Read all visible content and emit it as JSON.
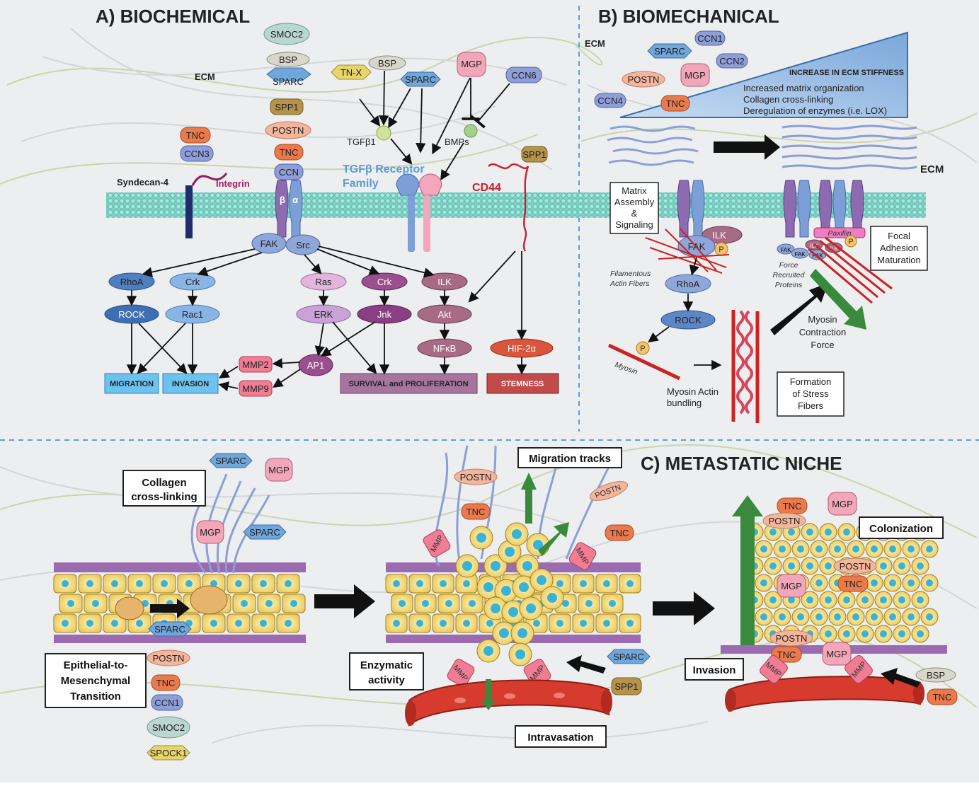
{
  "panels": {
    "a_title": "A) BIOCHEMICAL",
    "b_title": "B) BIOMECHANICAL",
    "c_title": "C) METASTATIC NICHE"
  },
  "panel_a": {
    "ecm_label": "ECM",
    "ecm_proteins": [
      "SMOC2",
      "BSP",
      "SPARC",
      "SPP1",
      "POSTN",
      "TNC",
      "CCN"
    ],
    "left_proteins": [
      "TNC",
      "CCN3"
    ],
    "ligands": [
      "TN-X",
      "BSP",
      "SPARC",
      "MGP",
      "CCN6"
    ],
    "tgfb1": "TGFβ1",
    "bmps": "BMPs",
    "spp1_cd44": "SPP1",
    "syndecan": "Syndecan-4",
    "integrin": "Integrin",
    "integrin_beta": "β",
    "integrin_alpha": "α",
    "tgfb_receptor_line1": "TGFβ Receptor",
    "tgfb_receptor_line2": "Family",
    "cd44": "CD44",
    "fak": "FAK",
    "src": "Src",
    "nodes": {
      "rhoa": "RhoA",
      "crk1": "Crk",
      "ras": "Ras",
      "crk2": "Crk",
      "ilk": "ILK",
      "rock": "ROCK",
      "rac1": "Rac1",
      "erk": "ERK",
      "jnk": "Jnk",
      "akt": "Akt",
      "nfkb": "NFκB",
      "hif": "HIF-2α",
      "ap1": "AP1",
      "mmp2": "MMP2",
      "mmp9": "MMP9"
    },
    "outcomes": {
      "migration": "MIGRATION",
      "invasion": "INVASION",
      "survival": "SURVIVAL and PROLIFERATION",
      "stemness": "STEMNESS"
    }
  },
  "panel_b": {
    "ecm_top": "ECM",
    "ecm_right": "ECM",
    "proteins": [
      "CCN1",
      "SPARC",
      "CCN2",
      "POSTN",
      "MGP",
      "CCN4",
      "TNC"
    ],
    "stiffness_title": "INCREASE IN ECM STIFFNESS",
    "stiffness_lines": [
      "Increased matrix organization",
      "Collagen cross-linking",
      "Deregulation of enzymes (i.e. LOX)"
    ],
    "matrix_box": [
      "Matrix",
      "Assembly",
      "&",
      "Signaling"
    ],
    "ilk": "ILK",
    "fak": "FAK",
    "p": "P",
    "rhoa": "RhoA",
    "rock": "ROCK",
    "filamentous": [
      "Filamentous",
      "Actin Fibers"
    ],
    "myosin": "Myosin",
    "bundling": [
      "Myosin Actin",
      "bundling"
    ],
    "stress_box": [
      "Formation",
      "of Stress",
      "Fibers"
    ],
    "contraction": [
      "Myosin",
      "Contraction",
      "Force"
    ],
    "force_recruited": [
      "Force",
      "Recruited",
      "Proteins"
    ],
    "paxillin": "Paxillin",
    "focal_box": [
      "Focal",
      "Adhesion",
      "Maturation"
    ],
    "fa_small_fak": "FAK",
    "fa_small_ilk": "ILK"
  },
  "panel_c": {
    "collagen_box": [
      "Collagen",
      "cross-linking"
    ],
    "emt_box": [
      "Epithelial-to-",
      "Mesenchymal",
      "Transition"
    ],
    "emt_proteins": [
      "SPARC",
      "POSTN",
      "TNC",
      "CCN1",
      "SMOC2",
      "SPOCK1"
    ],
    "top_proteins": [
      "SPARC",
      "MGP",
      "MGP",
      "SPARC"
    ],
    "migration_tracks": "Migration tracks",
    "enzymatic_box": [
      "Enzymatic",
      "activity"
    ],
    "intravasation": "Intravasation",
    "mid_proteins": [
      "POSTN",
      "POSTN",
      "TNC",
      "TNC",
      "MMP",
      "MMP",
      "MMP",
      "MMP",
      "SPARC",
      "SPP1"
    ],
    "colonization": "Colonization",
    "invasion": "Invasion",
    "right_proteins": [
      "TNC",
      "MGP",
      "POSTN",
      "POSTN",
      "TNC",
      "MGP",
      "POSTN",
      "TNC",
      "MGP",
      "MMP",
      "MMP",
      "BSP",
      "TNC"
    ]
  }
}
